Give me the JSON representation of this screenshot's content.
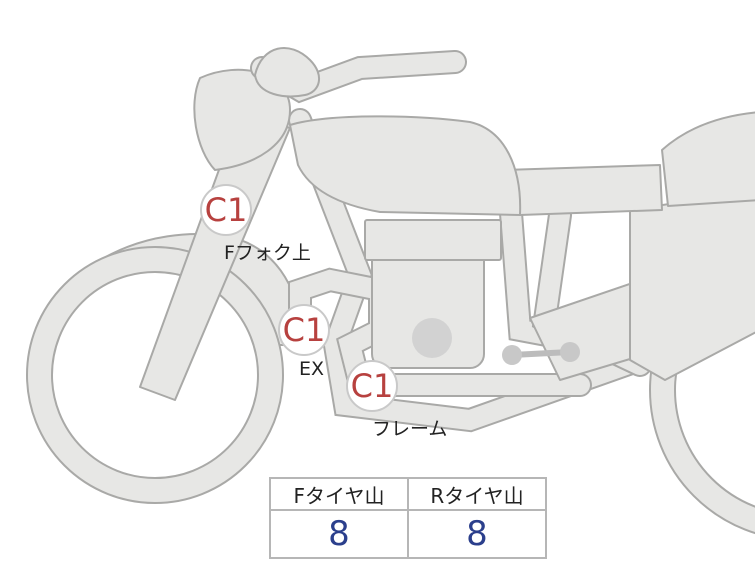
{
  "markers": [
    {
      "id": "front-fork-top",
      "code": "C1",
      "label": "Fフォク上"
    },
    {
      "id": "exhaust",
      "code": "C1",
      "label": "EX"
    },
    {
      "id": "frame",
      "code": "C1",
      "label": "フレーム"
    }
  ],
  "tread_table": {
    "headers": [
      "Fタイヤ山",
      "Rタイヤ山"
    ],
    "values": [
      "8",
      "8"
    ]
  },
  "colors": {
    "body_fill": "#e7e7e5",
    "outline": "#a9a9a7",
    "marker_text": "#b7413f",
    "value_text": "#2b3f8c"
  }
}
